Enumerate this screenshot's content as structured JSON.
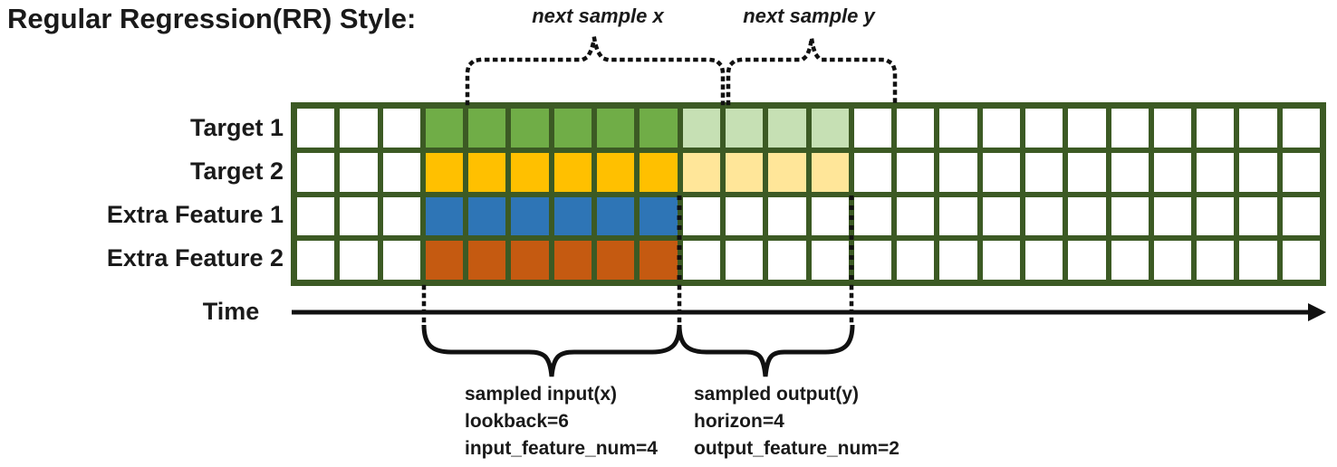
{
  "title": "Regular Regression(RR) Style:",
  "annotations": {
    "next_sample_x": "next sample x",
    "next_sample_y": "next sample y"
  },
  "rows": [
    {
      "label": "Target 1",
      "input_color": "#70AD47",
      "output_color": "#C6E0B4"
    },
    {
      "label": "Target 2",
      "input_color": "#FFC000",
      "output_color": "#FFE699"
    },
    {
      "label": "Extra Feature 1",
      "input_color": "#2E75B6",
      "output_color": null
    },
    {
      "label": "Extra Feature 2",
      "input_color": "#C55A11",
      "output_color": null
    }
  ],
  "grid": {
    "total_columns": 24,
    "lead_empty_columns": 3,
    "input_columns": 6,
    "output_columns": 4,
    "border_color": "#3C5A24",
    "cell_color": "#FFFFFF"
  },
  "time_axis": {
    "label": "Time"
  },
  "input_annotation": {
    "lines": [
      "sampled input(x)",
      "lookback=6",
      "input_feature_num=4"
    ]
  },
  "output_annotation": {
    "lines": [
      "sampled output(y)",
      "horizon=4",
      "output_feature_num=2"
    ]
  },
  "line_color": "#111111"
}
